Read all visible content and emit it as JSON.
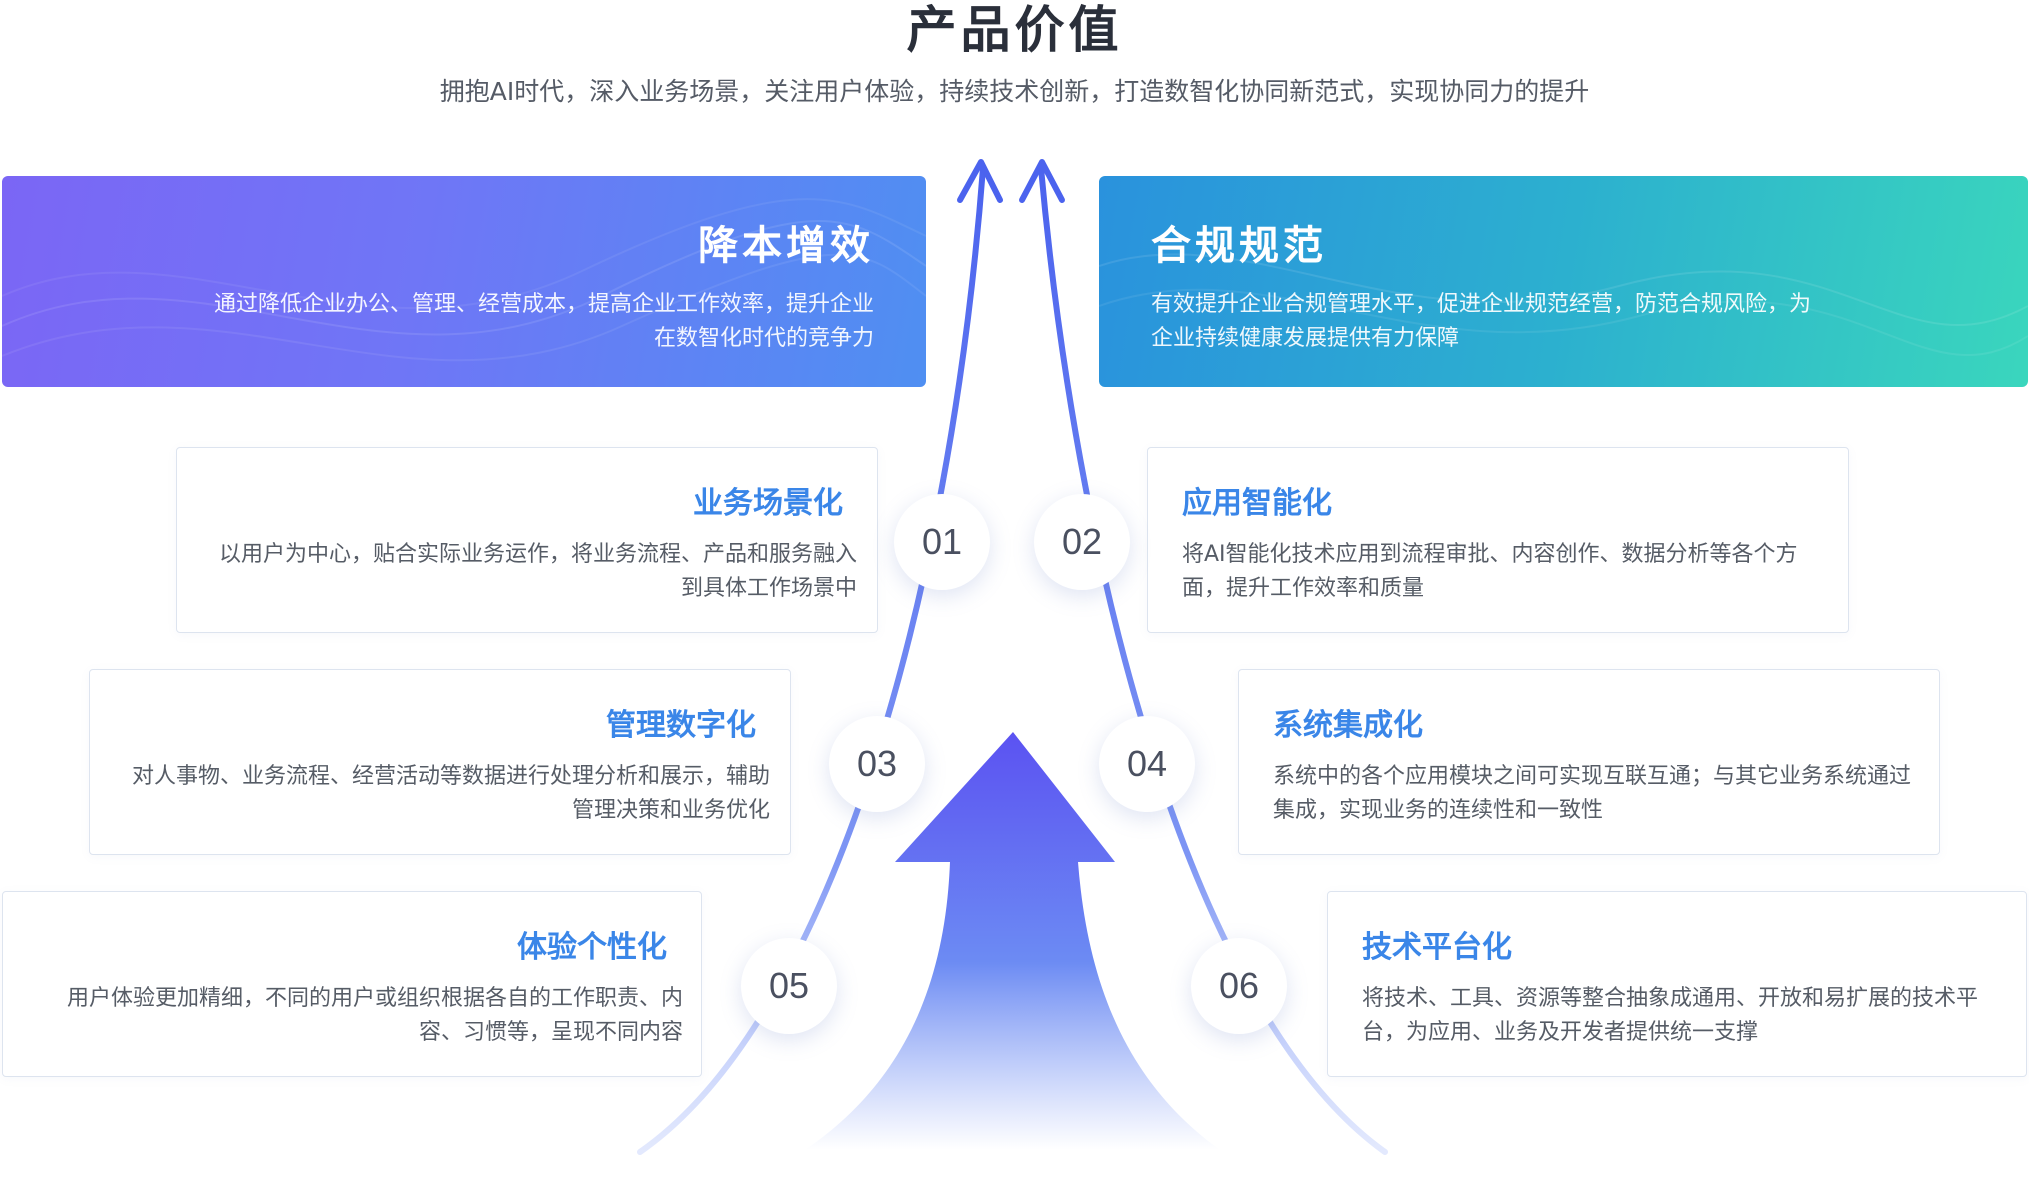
{
  "title": "产品价值",
  "subtitle": "拥抱AI时代，深入业务场景，关注用户体验，持续技术创新，打造数智化协同新范式，实现协同力的提升",
  "banners": {
    "left": {
      "title": "降本增效",
      "desc": "通过降低企业办公、管理、经营成本，提高企业工作效率，提升企业在数智化时代的竞争力"
    },
    "right": {
      "title": "合规规范",
      "desc": "有效提升企业合规管理水平，促进企业规范经营，防范合规风险，为企业持续健康发展提供有力保障"
    }
  },
  "items": [
    {
      "num": "01",
      "title": "业务场景化",
      "desc": "以用户为中心，贴合实际业务运作，将业务流程、产品和服务融入到具体工作场景中"
    },
    {
      "num": "02",
      "title": "应用智能化",
      "desc": "将AI智能化技术应用到流程审批、内容创作、数据分析等各个方面，提升工作效率和质量"
    },
    {
      "num": "03",
      "title": "管理数字化",
      "desc": "对人事物、业务流程、经营活动等数据进行处理分析和展示，辅助管理决策和业务优化"
    },
    {
      "num": "04",
      "title": "系统集成化",
      "desc": "系统中的各个应用模块之间可实现互联互通；与其它业务系统通过集成，实现业务的连续性和一致性"
    },
    {
      "num": "05",
      "title": "体验个性化",
      "desc": "用户体验更加精细，不同的用户或组织根据各自的工作职责、内容、习惯等，呈现不同内容"
    },
    {
      "num": "06",
      "title": "技术平台化",
      "desc": "将技术、工具、资源等整合抽象成通用、开放和易扩展的技术平台，为应用、业务及开发者提供统一支撑"
    }
  ],
  "colors": {
    "accent_blue": "#3a86e8",
    "left_banner_start": "#7b66f5",
    "left_banner_end": "#4f8ff2",
    "right_banner_start": "#2a92dd",
    "right_banner_end": "#3ad6bd",
    "arrow": "#5a5cf0"
  }
}
